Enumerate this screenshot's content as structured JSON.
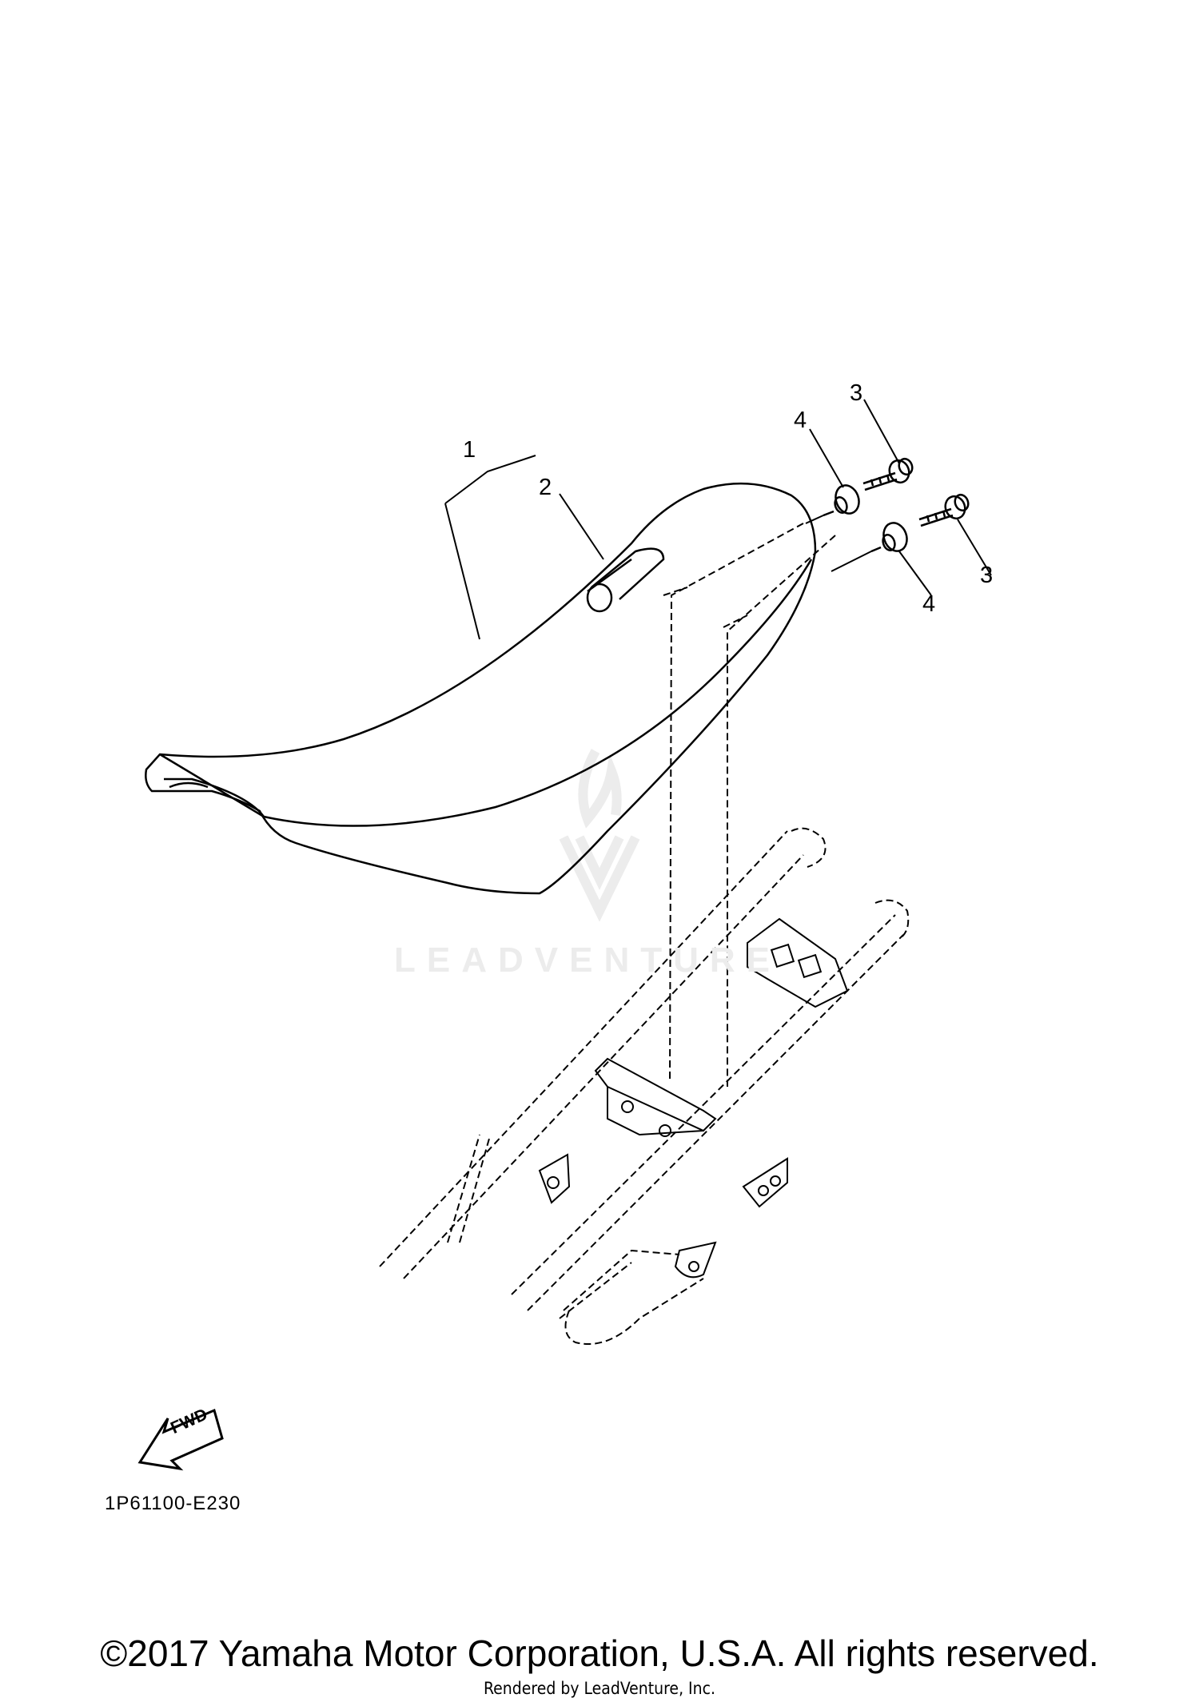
{
  "callouts": {
    "seat_assembly": "1",
    "seat_strap": "2",
    "bolt_upper": "3",
    "collar_upper": "4",
    "bolt_lower": "3",
    "collar_lower": "4"
  },
  "fwd_arrow_label": "FWD",
  "diagram_code": "1P61100-E230",
  "copyright": "©2017 Yamaha Motor Corporation, U.S.A. All rights reserved.",
  "rendered_by": "Rendered by LeadVenture, Inc.",
  "watermark": {
    "text": "LEADVENTURE",
    "color": "#ececec"
  },
  "colors": {
    "line": "#000000",
    "background": "#ffffff"
  }
}
